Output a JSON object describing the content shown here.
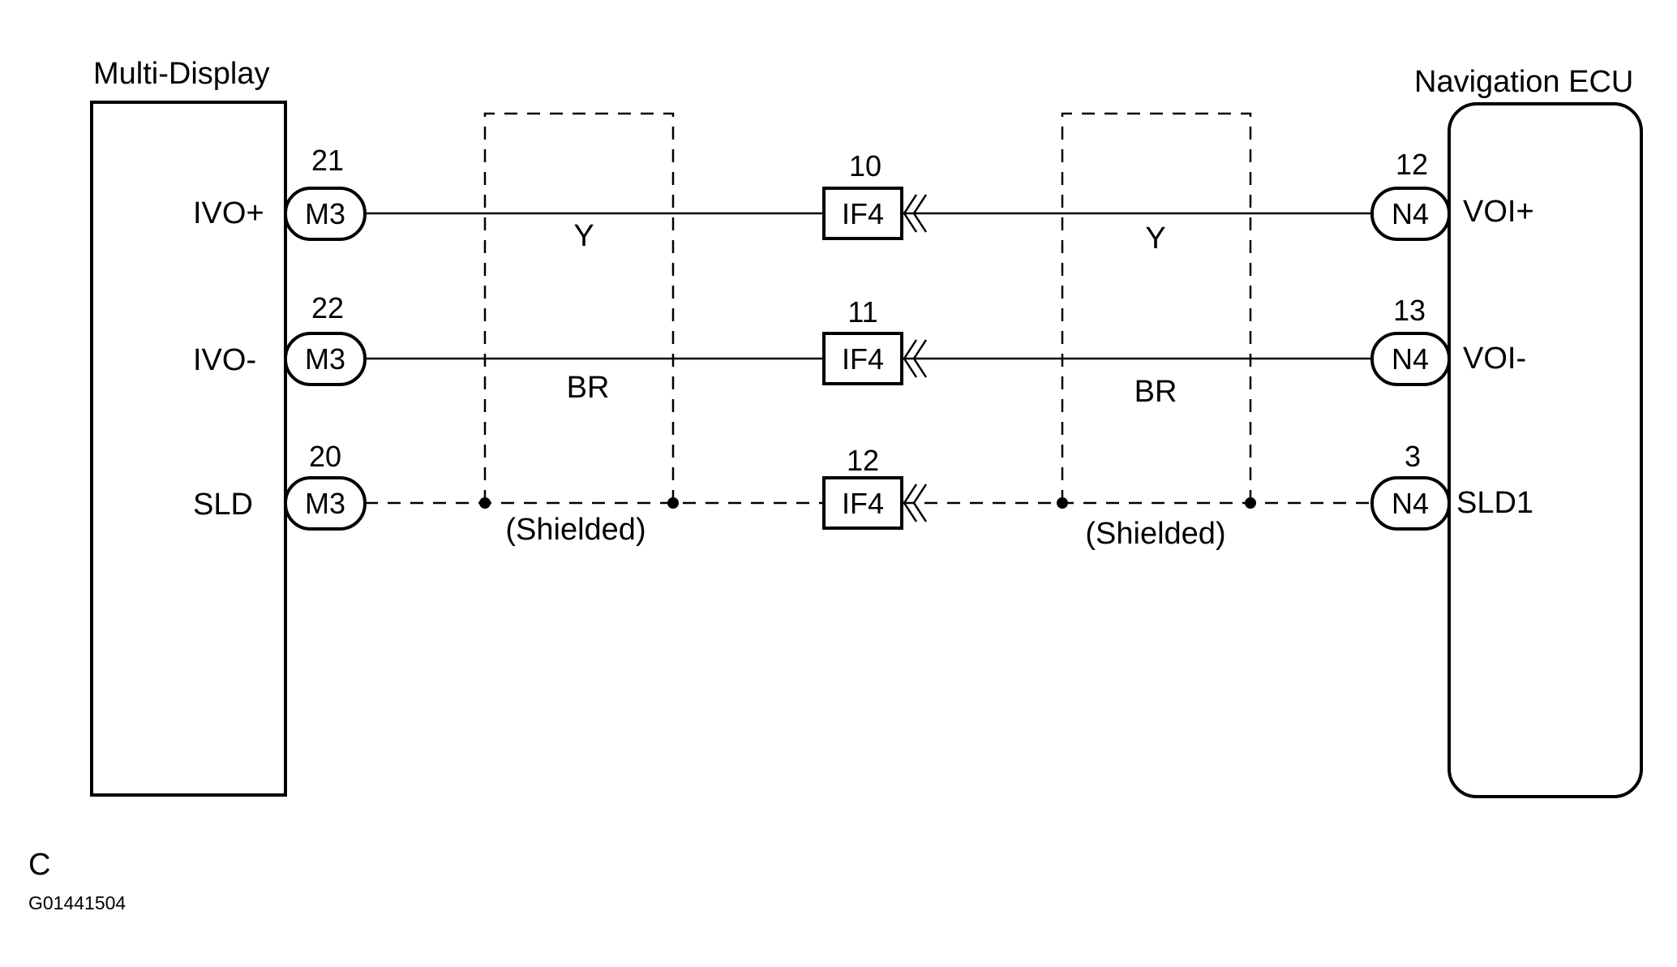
{
  "diagram": {
    "left_component": {
      "title": "Multi-Display",
      "terminals": [
        "IVO+",
        "IVO-",
        "SLD"
      ]
    },
    "right_component": {
      "title": "Navigation ECU",
      "terminals": [
        "VOI+",
        "VOI-",
        "SLD1"
      ]
    },
    "left_connectors": [
      {
        "code": "M3",
        "pin": "21"
      },
      {
        "code": "M3",
        "pin": "22"
      },
      {
        "code": "M3",
        "pin": "20"
      }
    ],
    "mid_connectors": [
      {
        "code": "IF4",
        "pin": "10"
      },
      {
        "code": "IF4",
        "pin": "11"
      },
      {
        "code": "IF4",
        "pin": "12"
      }
    ],
    "right_connectors": [
      {
        "code": "N4",
        "pin": "12"
      },
      {
        "code": "N4",
        "pin": "13"
      },
      {
        "code": "N4",
        "pin": "3"
      }
    ],
    "wire_colors_left": [
      "Y",
      "BR"
    ],
    "wire_colors_right": [
      "Y",
      "BR"
    ],
    "shield_label_left": "(Shielded)",
    "shield_label_right": "(Shielded)",
    "page_letter": "C",
    "figure_id": "G01441504"
  }
}
